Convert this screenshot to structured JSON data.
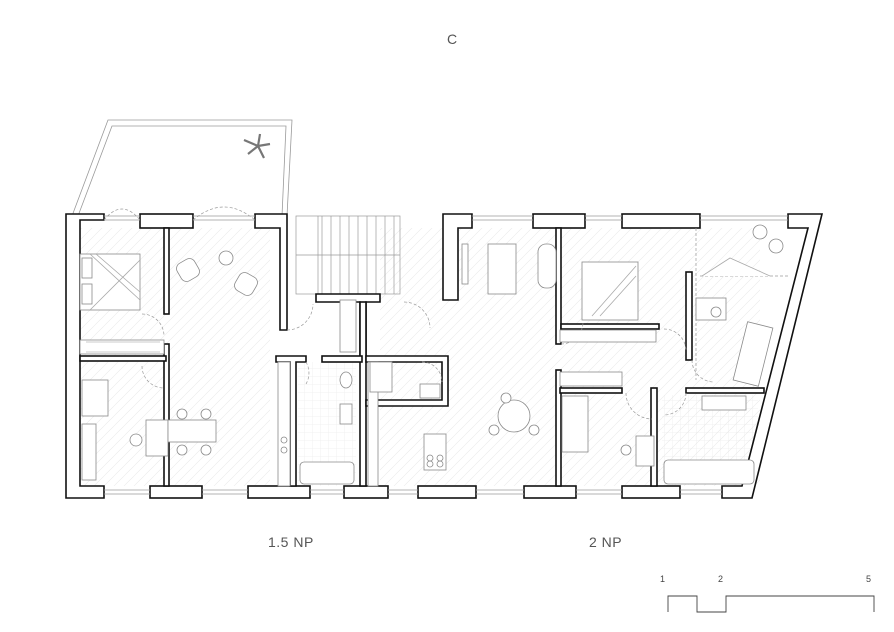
{
  "section_label": "C",
  "floors": [
    {
      "label": "1.5 NP"
    },
    {
      "label": "2 NP"
    }
  ],
  "scale_bar": {
    "ticks": [
      "1",
      "2",
      "5"
    ]
  },
  "colors": {
    "wall": "#111111",
    "line": "#9a9a9a",
    "hatch": "#e3e3e3"
  }
}
